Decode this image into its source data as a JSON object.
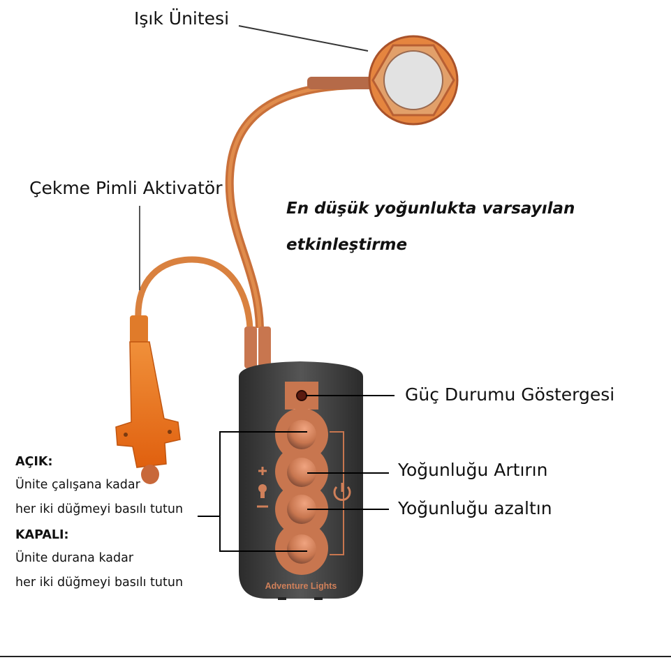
{
  "labels": {
    "light_unit": "Işık Ünitesi",
    "pull_pin_activator": "Çekme Pimli Aktivatör",
    "power_indicator": "Güç Durumu Göstergesi",
    "increase_intensity": "Yoğunluğu Artırın",
    "decrease_intensity": "Yoğunluğu azaltın"
  },
  "note": {
    "line1": "En düşük yoğunlukta varsayılan",
    "line2": "etkinleştirme"
  },
  "instructions": {
    "on_title": "AÇIK:",
    "on_line1": "Ünite çalışana kadar",
    "on_line2": "her iki düğmeyi basılı tutun",
    "off_title": "KAPALI:",
    "off_line1": "Ünite durana kadar",
    "off_line2": "her iki düğmeyi basılı tutun"
  },
  "device": {
    "brand": "Adventure Lights",
    "icons": [
      "plus-icon",
      "bulb-icon",
      "minus-icon",
      "power-icon"
    ]
  },
  "colors": {
    "copper": "#d0805a",
    "cable": "#d9813f",
    "body": "#3a3a3a",
    "activator": "#e8731f"
  }
}
